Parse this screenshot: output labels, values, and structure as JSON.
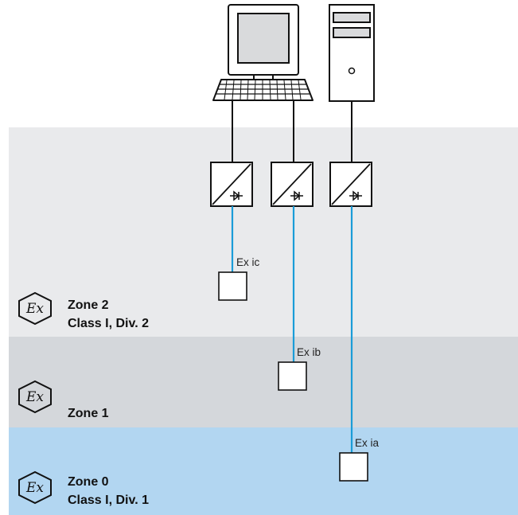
{
  "colors": {
    "zone2": "#e9eaec",
    "zone1": "#d4d7db",
    "zone0": "#b2d6f1",
    "cable": "#1a9cd8",
    "wire": "#111111"
  },
  "icons": {
    "hazard": "ex-hazard-icon",
    "barrier": "isolator-diode-icon",
    "monitor": "monitor-icon",
    "keyboard": "keyboard-icon",
    "tower": "pc-tower-icon"
  },
  "ex_symbol": "Ex",
  "zones": [
    {
      "id": "zone2",
      "name": "Zone 2",
      "class": "Class I, Div. 2"
    },
    {
      "id": "zone1",
      "name": "Zone 1",
      "class": ""
    },
    {
      "id": "zone0",
      "name": "Zone 0",
      "class": "Class I, Div. 1"
    }
  ],
  "circuits": [
    {
      "protection": "Ex ic"
    },
    {
      "protection": "Ex ib"
    },
    {
      "protection": "Ex ia"
    }
  ]
}
